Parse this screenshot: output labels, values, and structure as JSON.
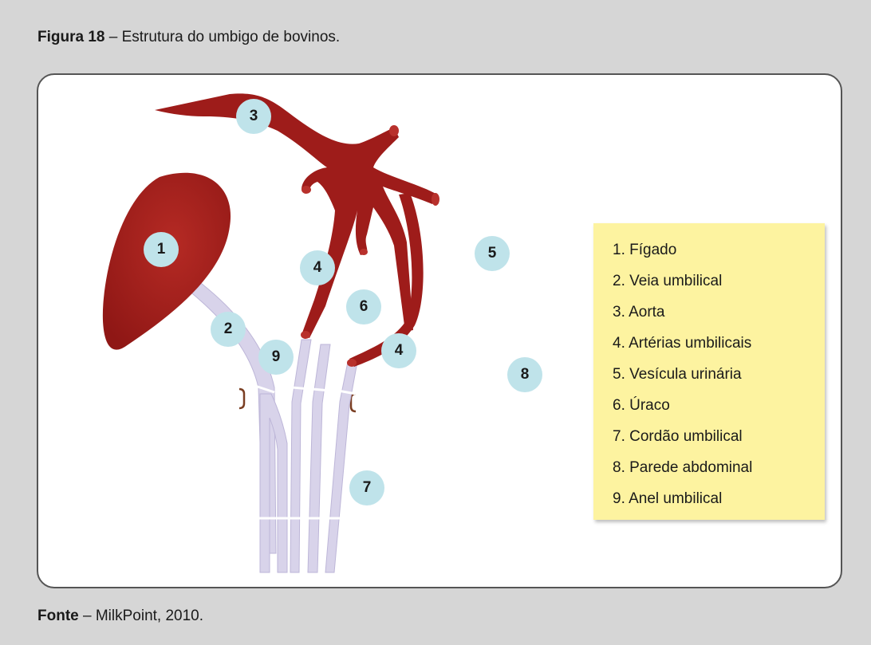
{
  "caption": {
    "label": "Figura 18",
    "text": " – Estrutura do umbigo de bovinos."
  },
  "source": {
    "label": "Fonte",
    "text": " – MilkPoint, 2010."
  },
  "colors": {
    "background": "#d6d6d6",
    "panel": "#ffffff",
    "organ_red": "#9e1c1a",
    "cord_lavender": "#d8d3ea",
    "badge": "#bfe3ea",
    "legend_bg": "#fdf3a0",
    "abdominal_wall": "#d9a01a"
  },
  "badges": [
    "1",
    "2",
    "3",
    "4",
    "4",
    "5",
    "6",
    "7",
    "8",
    "9"
  ],
  "legend": {
    "items": [
      "1. Fígado",
      "2. Veia umbilical",
      "3. Aorta",
      "4. Artérias umbilicais",
      "5. Vesícula urinária",
      "6. Úraco",
      "7. Cordão umbilical",
      "8. Parede abdominal",
      "9. Anel umbilical"
    ]
  }
}
